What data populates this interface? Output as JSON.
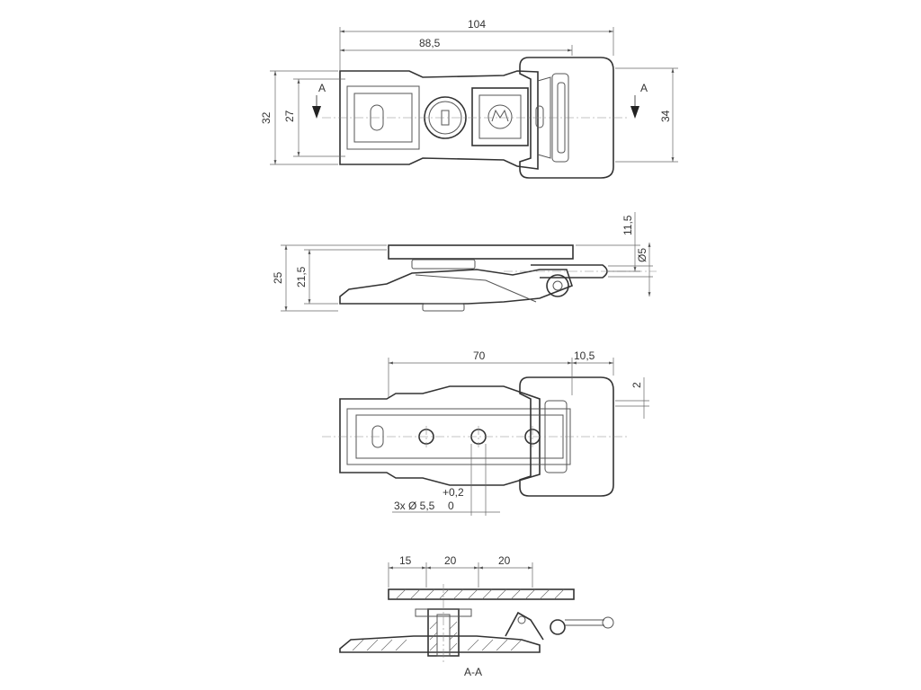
{
  "top_view": {
    "dim_overall": "104",
    "dim_length": "88,5",
    "dim_height_left": "32",
    "dim_height_inner": "27",
    "dim_height_right": "34",
    "section_marker_left": "A",
    "section_marker_right": "A"
  },
  "side_view": {
    "dim_height": "25",
    "dim_height_inner": "21,5",
    "dim_hook_offset": "11,5",
    "dim_hole_dia": "Ø5"
  },
  "bottom_view": {
    "dim_hole_span": "70",
    "dim_hook_length": "10,5",
    "dim_offset": "2",
    "tolerance_upper": "+0,2",
    "hole_spec": "3x Ø 5,5",
    "tolerance_lower": "0"
  },
  "section_view": {
    "dim_first": "15",
    "dim_second": "20",
    "dim_third": "20",
    "section_label": "A-A"
  },
  "colors": {
    "line": "#555555",
    "text": "#333333",
    "background": "#ffffff"
  }
}
